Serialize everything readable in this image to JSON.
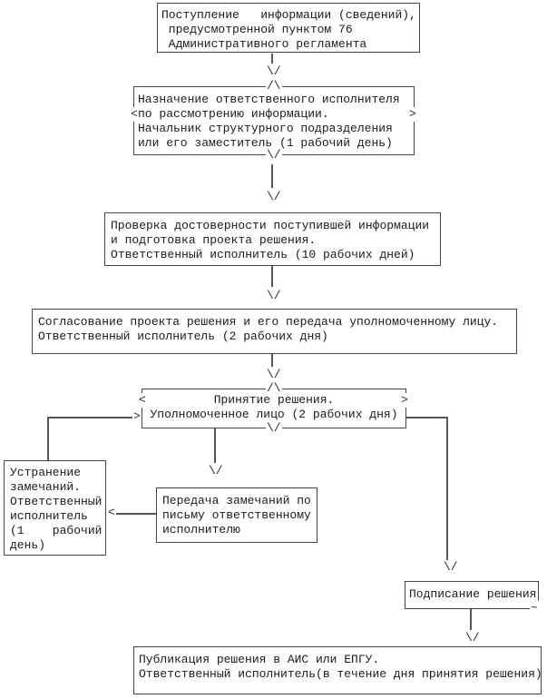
{
  "colors": {
    "background": "#ffffff",
    "box_border": "#45454f",
    "connector_line": "#55555f",
    "text": "#1a1a22"
  },
  "glyphs": {
    "arrow_down": "\\/",
    "arrow_up": "/\\",
    "arrow_left": "<",
    "arrow_right": ">",
    "tilde": "~"
  },
  "nodes": {
    "received": {
      "text": "Поступление   информации (сведений),\n предусмотренной пунктом 76\n Административного регламента"
    },
    "assign": {
      "text": "Назначение ответственного исполнителя\nпо рассмотрению информации.\nНачальник структурного подразделения\nили его заместитель (1 рабочий день)"
    },
    "verify": {
      "text": "Проверка достоверности поступившей информации\nи подготовка проекта решения.\nОтветственный исполнитель (10 рабочих дней)"
    },
    "approve": {
      "text": "Согласование проекта решения и его передача уполномоченному лицу.\nОтветственный исполнитель (2 рабочих дня)"
    },
    "decision": {
      "text": "Принятие решения.\nУполномоченное лицо (2 рабочих дня)"
    },
    "fix_remarks": {
      "text": "Устранение\nзамечаний.\nОтветственный\nисполнитель\n(1    рабочий\nдень)"
    },
    "remarks_letter": {
      "text": "Передача замечаний по\nписьму ответственному\nисполнителю"
    },
    "sign": {
      "text": "Подписание решения"
    },
    "publish": {
      "text": "Публикация решения в АИС или ЕПГУ.\nОтветственный исполнитель(в течение дня принятия решения)"
    }
  }
}
